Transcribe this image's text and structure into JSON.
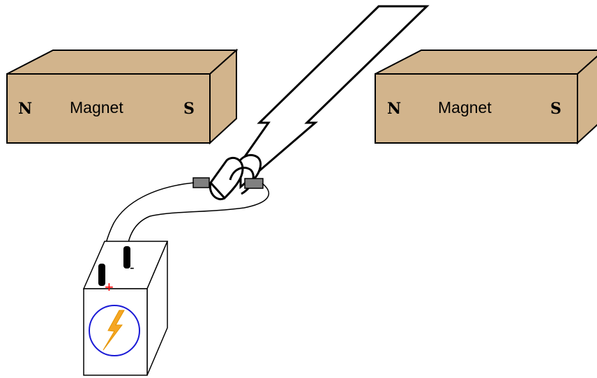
{
  "colors": {
    "magnet_fill": "#d2b48c",
    "lightning": "#f5a623",
    "battery_circle": "#1a1ad6",
    "plus_sign": "#ff0000",
    "clamp": "#808080"
  },
  "magnets": [
    {
      "north": "N",
      "label": "Magnet",
      "south": "S"
    },
    {
      "north": "N",
      "label": "Magnet",
      "south": "S"
    }
  ],
  "battery": {
    "positive": "+",
    "negative": "-",
    "icon": "lightning-bolt-icon"
  }
}
